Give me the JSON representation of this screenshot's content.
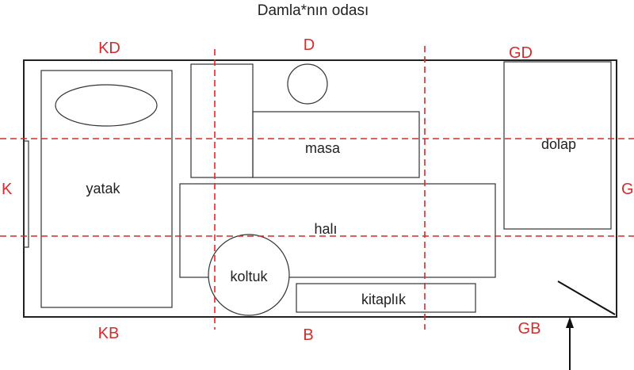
{
  "title": "Damla*nın odası",
  "colors": {
    "guide": "#d62b2b",
    "outline": "#333333",
    "text": "#222222"
  },
  "furniture": {
    "bed": "yatak",
    "desk": "masa",
    "wardrobe": "dolap",
    "rug": "halı",
    "armchair": "koltuk",
    "bookcase": "kitaplık"
  },
  "directions": {
    "northwest": "KD",
    "north": "D",
    "northeast": "GD",
    "west": "K",
    "east": "G",
    "southwest": "KB",
    "south": "B",
    "southeast": "GB"
  }
}
